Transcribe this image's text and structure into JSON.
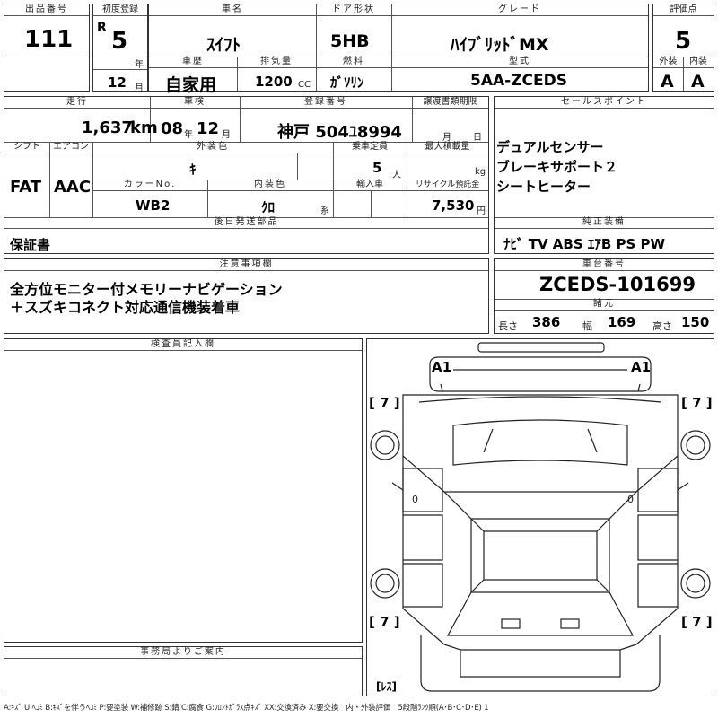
{
  "header": {
    "lot_label": "出品番号",
    "lot_number": "111",
    "first_reg_label": "初度登録",
    "era": "R",
    "year": "5",
    "year_unit": "年",
    "month": "12",
    "month_unit": "月",
    "car_name_label": "車名",
    "car_name": "ｽｲﾌﾄ",
    "door_label": "ドア形状",
    "door": "5HB",
    "grade_label": "グレード",
    "grade": "ﾊｲﾌﾞﾘｯﾄﾞMX",
    "score_label": "評価点",
    "score": "5",
    "history_label": "車歴",
    "history": "自家用",
    "displacement_label": "排気量",
    "displacement": "1200",
    "displacement_unit": "CC",
    "fuel_label": "燃料",
    "fuel": "ｶﾞｿﾘﾝ",
    "model_label": "型式",
    "model": "5AA-ZCEDS",
    "exterior_label": "外装",
    "exterior": "A",
    "interior_label": "内装",
    "interior": "A"
  },
  "row2": {
    "mileage_label": "走行",
    "mileage": "1,637",
    "mileage_unit": "km",
    "inspection_label": "車検",
    "inspection_year": "08",
    "inspection_year_unit": "年",
    "inspection_month": "12",
    "inspection_month_unit": "月",
    "plate_label": "登録番号",
    "plate": "神戸 504ﾕ8994",
    "transfer_label": "譲渡書類期限",
    "transfer_month_unit": "月",
    "transfer_day_unit": "日",
    "sales_label": "セールスポイント",
    "sales_points": [
      "デュアルセンサー",
      "ブレーキサポート２",
      "シートヒーター"
    ]
  },
  "row3": {
    "shift_label": "シフト",
    "shift": "FAT",
    "ac_label": "エアコン",
    "ac": "AAC",
    "ext_color_label": "外装色",
    "ext_color": "ｷ",
    "capacity_label": "乗車定員",
    "capacity": "5",
    "capacity_unit": "人",
    "load_label": "最大積載量",
    "load_unit": "kg",
    "color_no_label": "カラーNo.",
    "color_no": "WB2",
    "int_color_label": "内装色",
    "int_color": "ｸﾛ",
    "int_color_unit": "系",
    "import_label": "輸入車",
    "recycle_label": "リサイクル預託金",
    "recycle": "7,530",
    "recycle_unit": "円"
  },
  "shipping": {
    "label": "後日発送部品",
    "value": "保証書"
  },
  "equipment": {
    "label": "純正装備",
    "value": "ﾅﾋﾞ  TV  ABS ｴｱB PS PW"
  },
  "notes": {
    "label": "注意事項欄",
    "lines": [
      "全方位モニター付メモリーナビゲーション",
      "＋スズキコネクト対応通信機装着車"
    ]
  },
  "chassis": {
    "label": "車台番号",
    "value": "ZCEDS-101699",
    "dims_label": "諸元",
    "length_label": "長さ",
    "length": "386",
    "width_label": "幅",
    "width": "169",
    "height_label": "高さ",
    "height": "150"
  },
  "inspector": {
    "label": "検査員記入欄"
  },
  "office": {
    "label": "事務局よりご案内"
  },
  "diagram": {
    "marks": {
      "a1_left": "A1",
      "a1_right": "A1",
      "fl": "[ 7 ]",
      "fr": "[ 7 ]",
      "rl": "[ 7 ]",
      "rr": "[ 7 ]",
      "spare": "[ﾚｽ]",
      "left_rear_door": "0",
      "right_rear_door": "0"
    }
  },
  "legend": "A:ｷｽﾞ U:ﾍｺﾐ B:ｷｽﾞを伴うﾍｺﾐ P:要塗装 W:補修跡 S:錆 C:腐食 G:ﾌﾛﾝﾄｶﾞﾗｽ点ｷｽﾞ XX:交換済み X:要交換　内・外装評価　5段階ﾗﾝｸ順(A･B･C･D･E) 1"
}
